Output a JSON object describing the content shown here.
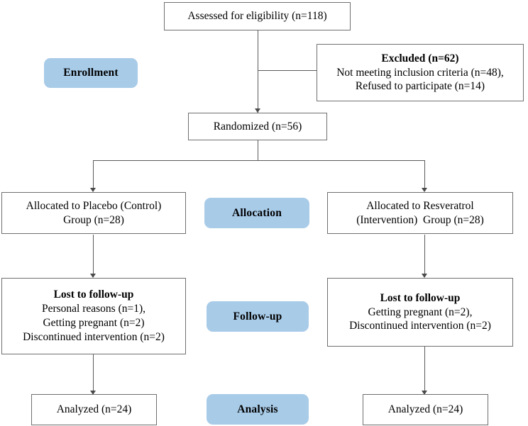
{
  "diagram": {
    "type": "consort-flow-diagram",
    "accent_color": "#a8cbe8",
    "line_color": "#5a5a5a",
    "box_border_color": "#6f6f6f",
    "background": "#ffffff"
  },
  "phases": {
    "enrollment": "Enrollment",
    "allocation": "Allocation",
    "followup": "Follow-up",
    "analysis": "Analysis"
  },
  "nodes": {
    "assessed": {
      "lines": [
        "Assessed for eligibility (n=118)"
      ]
    },
    "excluded": {
      "lines": [
        "Excluded (n=62)",
        "Not meeting inclusion criteria (n=48),",
        "Refused to participate (n=14)"
      ]
    },
    "randomized": {
      "lines": [
        "Randomized (n=56)"
      ]
    },
    "allocated_control": {
      "lines": [
        "Allocated to Placebo (Control)",
        "Group (n=28)"
      ]
    },
    "allocated_intervention": {
      "lines": [
        "Allocated to Resveratrol",
        "(Intervention)  Group (n=28)"
      ]
    },
    "lost_control": {
      "lines": [
        "Lost to follow-up",
        "Personal reasons (n=1),",
        "Getting pregnant (n=2)",
        "Discontinued intervention (n=2)"
      ]
    },
    "lost_intervention": {
      "lines": [
        "Lost to follow-up",
        "Getting pregnant (n=2),",
        "Discontinued intervention (n=2)"
      ]
    },
    "analyzed_control": {
      "lines": [
        "Analyzed (n=24)"
      ]
    },
    "analyzed_intervention": {
      "lines": [
        "Analyzed (n=24)"
      ]
    }
  }
}
